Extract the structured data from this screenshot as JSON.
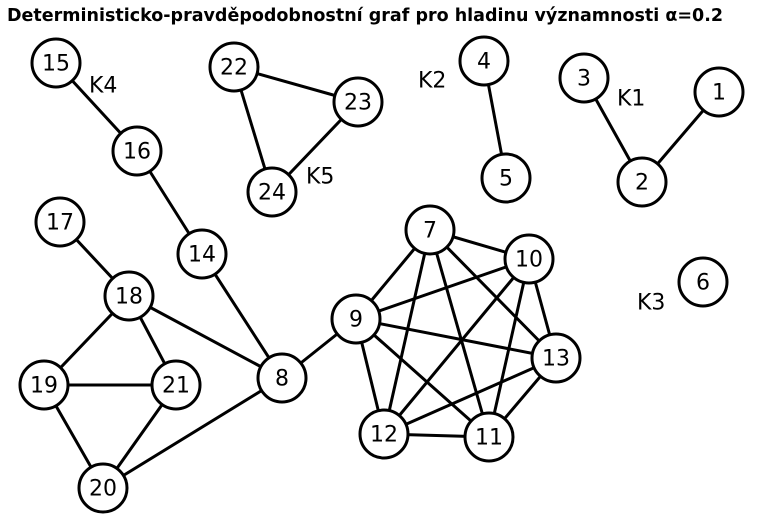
{
  "title": "Deterministicko-pravděpodobnostní graf pro hladinu významnosti α=0.2",
  "nodes": [
    {
      "id": "1",
      "label": "1"
    },
    {
      "id": "2",
      "label": "2"
    },
    {
      "id": "3",
      "label": "3"
    },
    {
      "id": "4",
      "label": "4"
    },
    {
      "id": "5",
      "label": "5"
    },
    {
      "id": "6",
      "label": "6"
    },
    {
      "id": "7",
      "label": "7"
    },
    {
      "id": "8",
      "label": "8"
    },
    {
      "id": "9",
      "label": "9"
    },
    {
      "id": "10",
      "label": "10"
    },
    {
      "id": "11",
      "label": "11"
    },
    {
      "id": "12",
      "label": "12"
    },
    {
      "id": "13",
      "label": "13"
    },
    {
      "id": "14",
      "label": "14"
    },
    {
      "id": "15",
      "label": "15"
    },
    {
      "id": "16",
      "label": "16"
    },
    {
      "id": "17",
      "label": "17"
    },
    {
      "id": "18",
      "label": "18"
    },
    {
      "id": "19",
      "label": "19"
    },
    {
      "id": "20",
      "label": "20"
    },
    {
      "id": "21",
      "label": "21"
    },
    {
      "id": "22",
      "label": "22"
    },
    {
      "id": "23",
      "label": "23"
    },
    {
      "id": "24",
      "label": "24"
    }
  ],
  "edges": [
    [
      "3",
      "2"
    ],
    [
      "1",
      "2"
    ],
    [
      "4",
      "5"
    ],
    [
      "22",
      "23"
    ],
    [
      "22",
      "24"
    ],
    [
      "23",
      "24"
    ],
    [
      "15",
      "16"
    ],
    [
      "16",
      "14"
    ],
    [
      "14",
      "8"
    ],
    [
      "17",
      "18"
    ],
    [
      "18",
      "19"
    ],
    [
      "18",
      "21"
    ],
    [
      "18",
      "8"
    ],
    [
      "19",
      "21"
    ],
    [
      "19",
      "20"
    ],
    [
      "21",
      "20"
    ],
    [
      "20",
      "8"
    ],
    [
      "8",
      "9"
    ],
    [
      "7",
      "10"
    ],
    [
      "7",
      "9"
    ],
    [
      "7",
      "12"
    ],
    [
      "7",
      "11"
    ],
    [
      "7",
      "13"
    ],
    [
      "10",
      "9"
    ],
    [
      "10",
      "12"
    ],
    [
      "10",
      "11"
    ],
    [
      "10",
      "13"
    ],
    [
      "9",
      "13"
    ],
    [
      "9",
      "12"
    ],
    [
      "9",
      "11"
    ],
    [
      "13",
      "12"
    ],
    [
      "13",
      "11"
    ],
    [
      "12",
      "11"
    ]
  ],
  "components": [
    {
      "id": "K1",
      "label": "K1"
    },
    {
      "id": "K2",
      "label": "K2"
    },
    {
      "id": "K3",
      "label": "K3"
    },
    {
      "id": "K4",
      "label": "K4"
    },
    {
      "id": "K5",
      "label": "K5"
    }
  ]
}
